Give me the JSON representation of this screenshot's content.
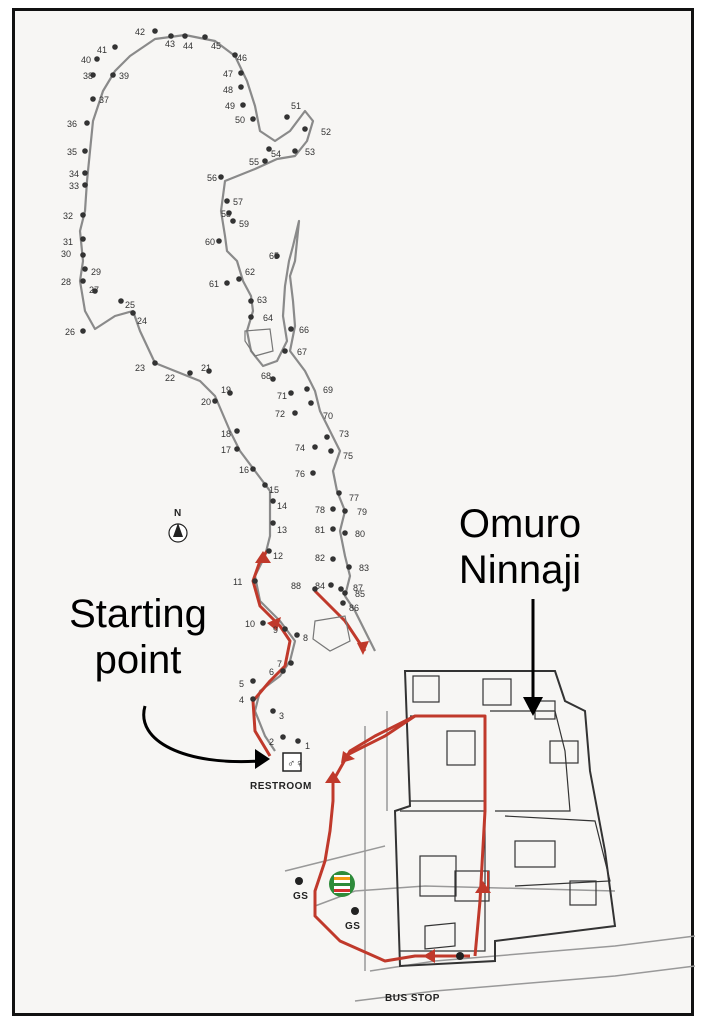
{
  "labels": {
    "temple_line1": "Omuro",
    "temple_line2": "Ninnaji",
    "start_line1": "Starting",
    "start_line2": "point",
    "restroom": "RESTROOM",
    "bus_stop": "BUS STOP",
    "gas_station_1": "GS",
    "gas_station_2": "GS",
    "north": "N"
  },
  "stations": [
    {
      "n": "1"
    },
    {
      "n": "2"
    },
    {
      "n": "3"
    },
    {
      "n": "4"
    },
    {
      "n": "5"
    },
    {
      "n": "6"
    },
    {
      "n": "7"
    },
    {
      "n": "8"
    },
    {
      "n": "9"
    },
    {
      "n": "10"
    },
    {
      "n": "11"
    },
    {
      "n": "12"
    },
    {
      "n": "13"
    },
    {
      "n": "14"
    },
    {
      "n": "15"
    },
    {
      "n": "16"
    },
    {
      "n": "17"
    },
    {
      "n": "18"
    },
    {
      "n": "19"
    },
    {
      "n": "20"
    },
    {
      "n": "21"
    },
    {
      "n": "22"
    },
    {
      "n": "23"
    },
    {
      "n": "24"
    },
    {
      "n": "25"
    },
    {
      "n": "26"
    },
    {
      "n": "27"
    },
    {
      "n": "28"
    },
    {
      "n": "29"
    },
    {
      "n": "30"
    },
    {
      "n": "31"
    },
    {
      "n": "32"
    },
    {
      "n": "33"
    },
    {
      "n": "34"
    },
    {
      "n": "35"
    },
    {
      "n": "36"
    },
    {
      "n": "37"
    },
    {
      "n": "38"
    },
    {
      "n": "39"
    },
    {
      "n": "40"
    },
    {
      "n": "41"
    },
    {
      "n": "42"
    },
    {
      "n": "43"
    },
    {
      "n": "44"
    },
    {
      "n": "45"
    },
    {
      "n": "46"
    },
    {
      "n": "47"
    },
    {
      "n": "48"
    },
    {
      "n": "49"
    },
    {
      "n": "50"
    },
    {
      "n": "51"
    },
    {
      "n": "52"
    },
    {
      "n": "53"
    },
    {
      "n": "54"
    },
    {
      "n": "55"
    },
    {
      "n": "56"
    },
    {
      "n": "57"
    },
    {
      "n": "58"
    },
    {
      "n": "59"
    },
    {
      "n": "60"
    },
    {
      "n": "61"
    },
    {
      "n": "62"
    },
    {
      "n": "63"
    },
    {
      "n": "64"
    },
    {
      "n": "65"
    },
    {
      "n": "66"
    },
    {
      "n": "67"
    },
    {
      "n": "68"
    },
    {
      "n": "69"
    },
    {
      "n": "70"
    },
    {
      "n": "71"
    },
    {
      "n": "72"
    },
    {
      "n": "73"
    },
    {
      "n": "74"
    },
    {
      "n": "75"
    },
    {
      "n": "76"
    },
    {
      "n": "77"
    },
    {
      "n": "78"
    },
    {
      "n": "79"
    },
    {
      "n": "80"
    },
    {
      "n": "81"
    },
    {
      "n": "82"
    },
    {
      "n": "83"
    },
    {
      "n": "84"
    },
    {
      "n": "85"
    },
    {
      "n": "86"
    },
    {
      "n": "87"
    },
    {
      "n": "88"
    }
  ],
  "colors": {
    "route": "#c0392b",
    "trail": "#8a8a8a",
    "ink": "#222222",
    "seven_eleven_green": "#2e8b3a",
    "seven_eleven_red": "#d32f2f",
    "seven_eleven_orange": "#f39c12"
  },
  "icons": {
    "restroom": "restroom-icon",
    "north_arrow": "north-arrow-icon",
    "convenience_store": "seven-eleven-logo",
    "bus_stop": "bus-stop-icon"
  }
}
